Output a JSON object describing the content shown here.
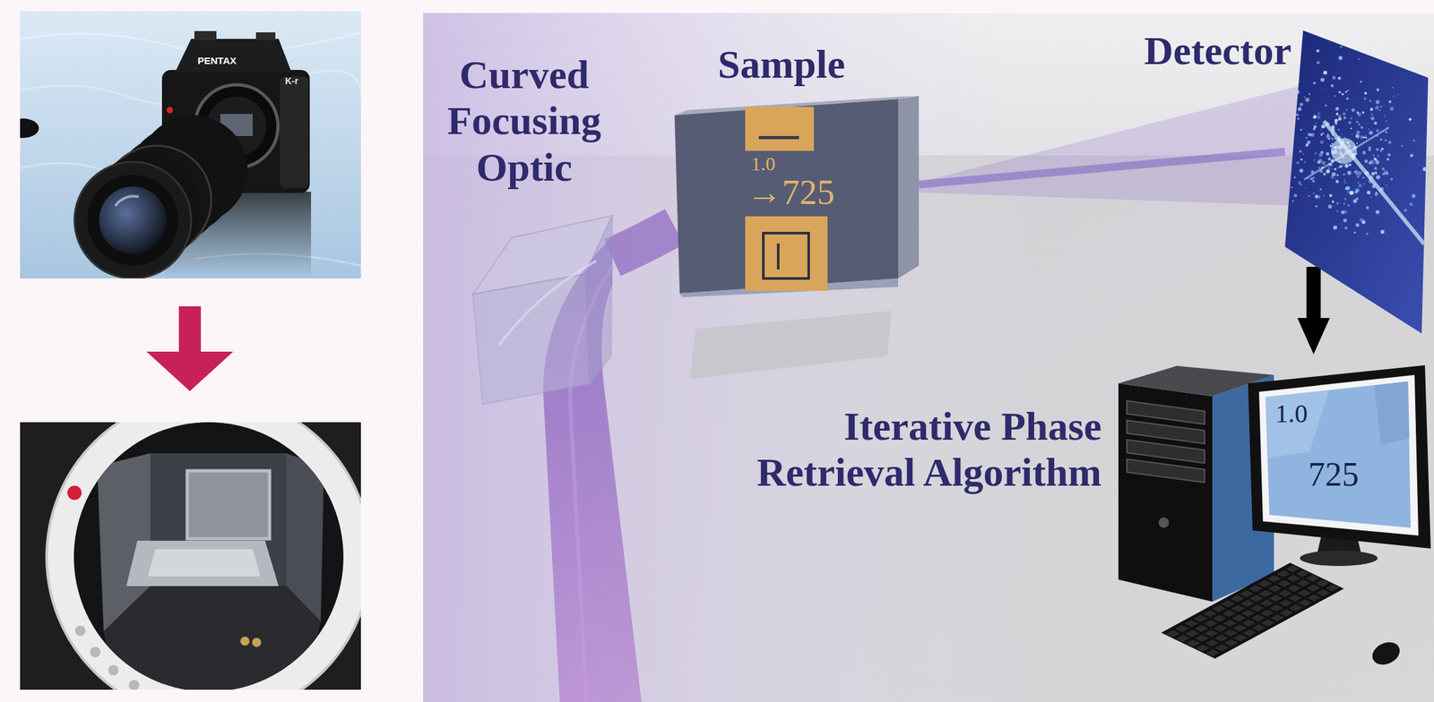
{
  "diagram": {
    "nodes": [
      {
        "text": [
          "Curved Focusing Optic"
        ]
      },
      {
        "text": [
          "Sample",
          "1.0",
          "→725"
        ]
      },
      {
        "text": [
          "Detector"
        ]
      },
      {
        "text": [
          "Iterative Phase Retrieval Algorithm",
          "1.0",
          "725"
        ]
      }
    ],
    "edges": [
      {
        "from": 0,
        "to": 1,
        "arrow": "none"
      },
      {
        "from": 1,
        "to": 2,
        "arrow": "none"
      },
      {
        "from": 2,
        "to": 3,
        "arrow": "to"
      }
    ],
    "labels": [
      "PENTAX",
      "K-r"
    ]
  }
}
